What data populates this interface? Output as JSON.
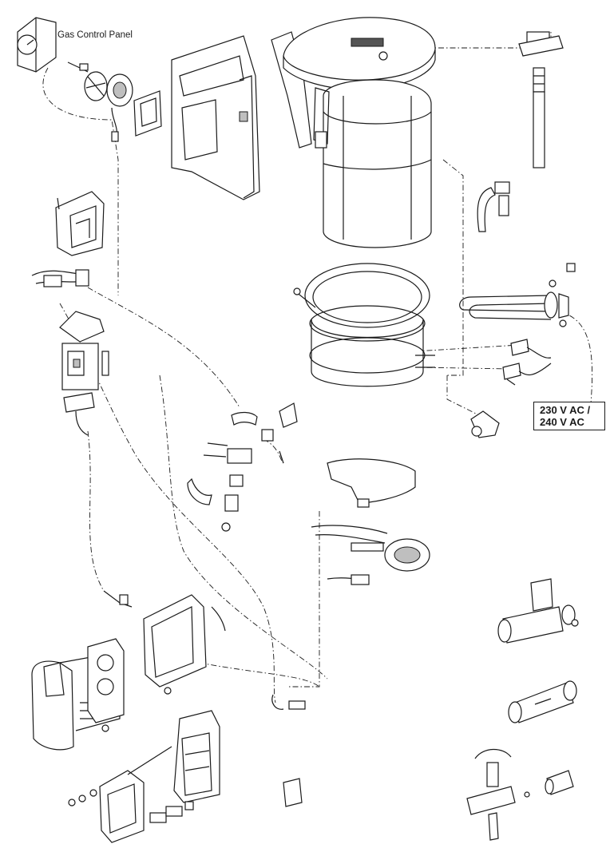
{
  "labels": {
    "gas_control_panel": "Gas Control Panel",
    "voltage_line1": "230 V AC /",
    "voltage_line2": "240 V AC"
  },
  "colors": {
    "line": "#1a1a1a",
    "shade": "#bfbfbf",
    "background": "#ffffff"
  }
}
